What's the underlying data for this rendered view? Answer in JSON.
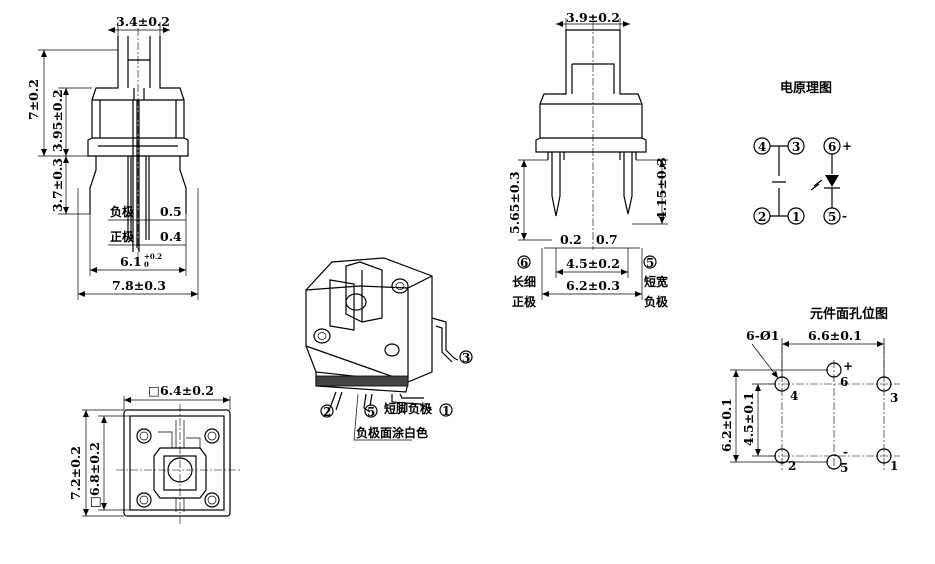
{
  "front_view": {
    "top_width": "3.4±0.2",
    "height_total": "7±0.2",
    "height_body": "3.95±0.2",
    "height_leg": "3.7±0.3",
    "neg_label": "负极",
    "neg_value": "0.5",
    "pos_label": "正极",
    "pos_value": "0.4",
    "pin_span": "6.1",
    "pin_span_tol": "+0.2",
    "pin_span_tol2": "0",
    "width_total": "7.8±0.3"
  },
  "side_view": {
    "top_width": "3.9±0.2",
    "left_height": "5.65±0.3",
    "right_height": "4.15±0.3",
    "lead_w1": "0.2",
    "lead_w2": "0.7",
    "left_pin_num": "6",
    "left_pin_desc1": "长细",
    "left_pin_desc2": "正极",
    "right_pin_num": "5",
    "right_pin_desc1": "短宽",
    "right_pin_desc2": "负极",
    "inner_span": "4.5±0.2",
    "outer_span": "6.2±0.3"
  },
  "bottom_view": {
    "width": "6.4±0.2",
    "height_outer": "7.2±0.2",
    "height_inner": "6.8±0.2",
    "square_mark": "□"
  },
  "iso_view": {
    "pin3": "3",
    "pin2": "2",
    "pin5": "5",
    "pin1": "1",
    "short_leg_label": "短脚负极",
    "white_label": "负极面涂白色"
  },
  "schematic": {
    "title": "电原理图",
    "p4": "4",
    "p3": "3",
    "p2": "2",
    "p1": "1",
    "p6": "6",
    "p5": "5",
    "plus": "+",
    "minus": "-"
  },
  "hole_layout": {
    "title": "元件面孔位图",
    "hole_spec": "6-Ø1",
    "h_span": "6.6±0.1",
    "v_outer": "6.2±0.1",
    "v_inner": "4.5±0.1",
    "n4": "4",
    "n6": "6",
    "n3": "3",
    "n2": "2",
    "n5": "5",
    "n1": "1",
    "plus": "+",
    "minus": "-"
  }
}
